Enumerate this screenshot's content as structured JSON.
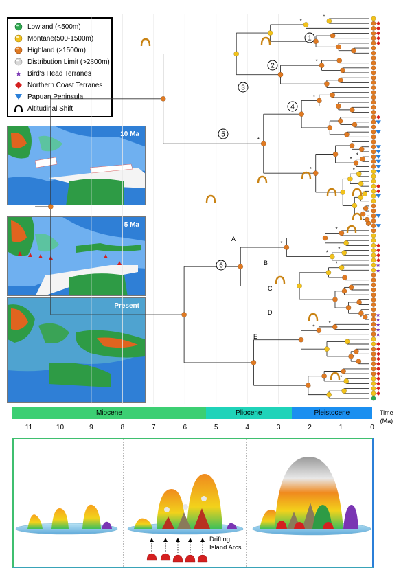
{
  "legend": {
    "items": [
      {
        "label": "Lowland (<500m)",
        "icon": "green-circle",
        "color": "#2fa84f"
      },
      {
        "label": "Montane(500-1500m)",
        "icon": "yellow-circle",
        "color": "#f2c21b"
      },
      {
        "label": "Highland (≥1500m)",
        "icon": "orange-circle",
        "color": "#e07a22"
      },
      {
        "label": "Distribution Limit (>2800m)",
        "icon": "gray-circle",
        "color": "#d9d9d9"
      },
      {
        "label": "Bird's Head Terranes",
        "icon": "purple-star",
        "color": "#7a35b3"
      },
      {
        "label": "Northern Coast Terranes",
        "icon": "red-diamond",
        "color": "#d42020"
      },
      {
        "label": "Papuan Peninsula",
        "icon": "blue-triangle",
        "color": "#2b7fd8"
      },
      {
        "label": "Altitudinal Shift",
        "icon": "arc-icon",
        "color": "#000000"
      }
    ]
  },
  "maps": [
    {
      "label": "10 Ma"
    },
    {
      "label": "5 Ma"
    },
    {
      "label": "Present"
    }
  ],
  "time_axis": {
    "title_line1": "Time",
    "title_line2": "(Ma)",
    "ticks": [
      "11",
      "10",
      "9",
      "8",
      "7",
      "6",
      "5",
      "4",
      "3",
      "2",
      "1",
      "0"
    ],
    "epochs": [
      {
        "name": "Miocene",
        "start": 11.5,
        "end": 5.33,
        "color": "#3ccf73"
      },
      {
        "name": "Pliocene",
        "start": 5.33,
        "end": 2.58,
        "color": "#1fd3b9"
      },
      {
        "name": "Pleistocene",
        "start": 2.58,
        "end": 0,
        "color": "#1b8ff0"
      }
    ]
  },
  "tree": {
    "clade_numbers": [
      "1",
      "2",
      "3",
      "4",
      "5",
      "6"
    ],
    "clade_letters": [
      "A",
      "B",
      "C",
      "D",
      "E"
    ],
    "support_mark": "*"
  },
  "bottom_panel": {
    "drift_label_line1": "Drifting",
    "drift_label_line2": "Island Arcs"
  }
}
